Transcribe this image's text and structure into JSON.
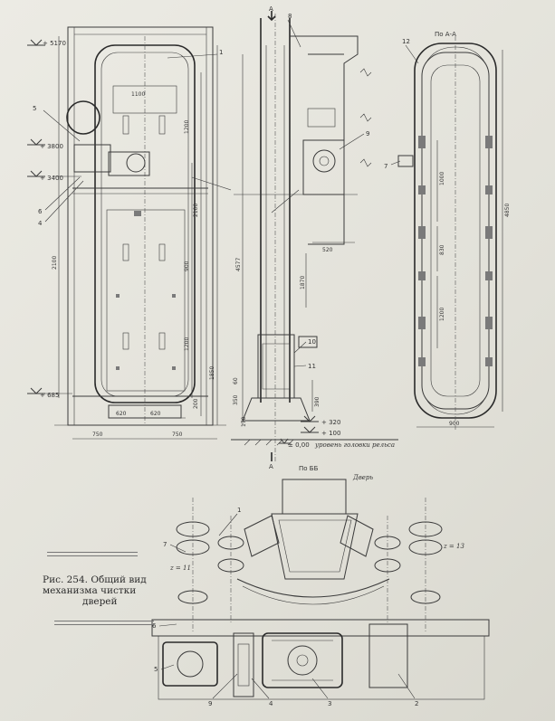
{
  "caption": {
    "line1": "Рис. 254. Общий вид",
    "line2": "механизма чистки",
    "line3": "дверей"
  },
  "front_view": {
    "elevations": [
      "+ 5170",
      "+ 3800",
      "+ 3400",
      "+ 685"
    ],
    "dims": [
      "1100",
      "1200",
      "2100",
      "900",
      "1200",
      "2100",
      "620",
      "620",
      "750",
      "750",
      "1850",
      "200"
    ],
    "leaders": [
      "1",
      "5",
      "6",
      "4"
    ]
  },
  "side_view": {
    "section_mark": "А",
    "dims": [
      "4577",
      "520",
      "1870",
      "390",
      "170",
      "350",
      "60"
    ],
    "elevations": [
      "+ 320",
      "+ 100",
      "± 0,00"
    ],
    "base_label": "уровень головки рельса",
    "leaders": [
      "8",
      "9",
      "10",
      "11"
    ]
  },
  "section_aa": {
    "title": "По А-А",
    "dims": [
      "1000",
      "830",
      "1200",
      "4850",
      "900"
    ],
    "leaders": [
      "12",
      "7"
    ]
  },
  "section_bb": {
    "title": "По ББ",
    "door_label": "Дверь",
    "gear_labels": [
      "z = 11",
      "z = 13"
    ],
    "leaders": [
      "1",
      "7",
      "6",
      "5",
      "9",
      "4",
      "3",
      "2"
    ]
  },
  "colors": {
    "paper": "#e4e3dc",
    "ink": "#2a2a2a"
  }
}
